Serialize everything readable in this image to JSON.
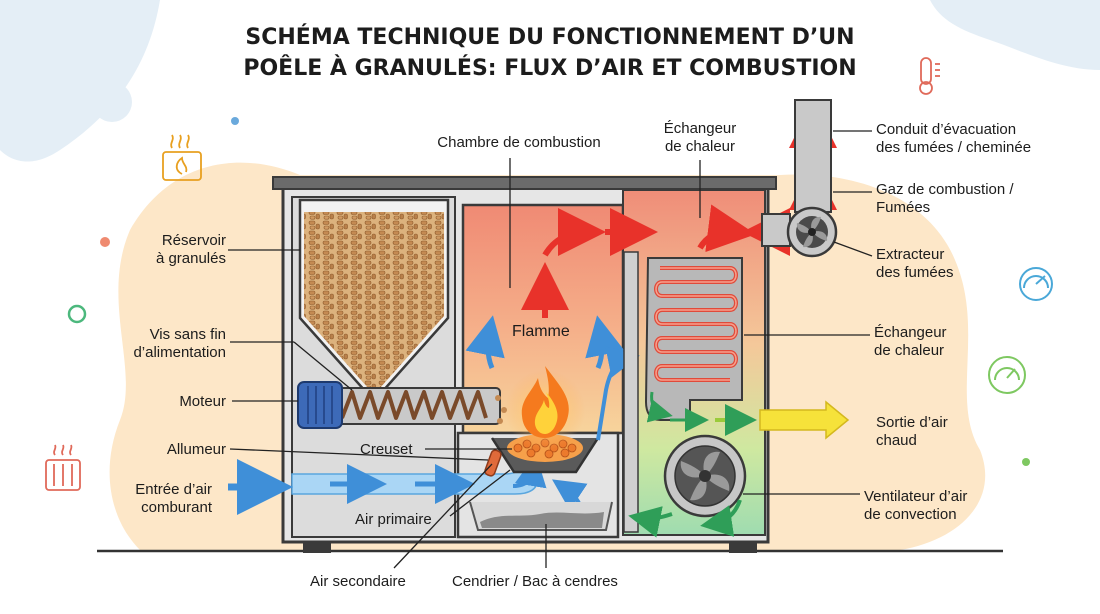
{
  "title": {
    "line1": "SCHÉMA TECHNIQUE DU FONCTIONNEMENT D’UN",
    "line2": "POÊLE À GRANULÉS: FLUX D’AIR ET COMBUSTION"
  },
  "labels": {
    "chambre_combustion": "Chambre de combustion",
    "echangeur_top_1": "Échangeur",
    "echangeur_top_2": "de chaleur",
    "conduit_1": "Conduit d’évacuation",
    "conduit_2": "des fumées / cheminée",
    "gaz_1": "Gaz de combustion /",
    "gaz_2": "Fumées",
    "extracteur_1": "Extracteur",
    "extracteur_2": "des fumées",
    "echangeur_right_1": "Échangeur",
    "echangeur_right_2": "de chaleur",
    "sortie_1": "Sortie d’air",
    "sortie_2": "chaud",
    "ventilateur_1": "Ventilateur d’air",
    "ventilateur_2": "de convection",
    "reservoir_1": "Réservoir",
    "reservoir_2": "à granulés",
    "vis_1": "Vis sans fin",
    "vis_2": "d’alimentation",
    "moteur": "Moteur",
    "allumeur": "Allumeur",
    "entree_1": "Entrée d’air",
    "entree_2": "comburant",
    "creuset": "Creuset",
    "air_primaire": "Air primaire",
    "flamme": "Flamme",
    "air_secondaire": "Air secondaire",
    "cendrier": "Cendrier / Bac à cendres"
  },
  "colors": {
    "outline": "#3a3a3a",
    "hot_arrow": "#e8322a",
    "cold_air": "#5aaef0",
    "warm_air": "#f6e23a",
    "convection_air": "#3db86a",
    "pellet": "#c9915a",
    "chamber_gradient_top": "#f08a74",
    "chamber_gradient_bottom": "#f4c88a",
    "blob": "#fde7c8"
  },
  "icons": [
    "stove-icon",
    "thermometer-icon",
    "radiator-icon",
    "gauge-icon",
    "eco-gauge-icon"
  ]
}
